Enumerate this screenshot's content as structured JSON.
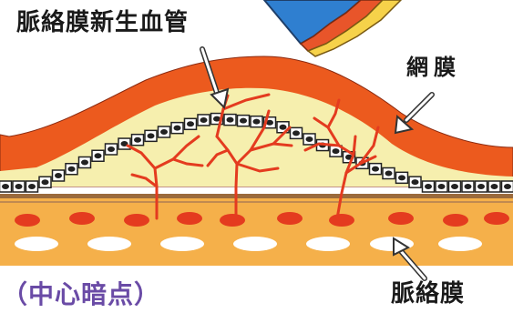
{
  "labels": {
    "cnv": "脈絡膜新生血管",
    "retina": "網膜",
    "choroid": "脈絡膜",
    "scotoma": "（中心暗点）"
  },
  "colors": {
    "retina_outer": "#ec5a1e",
    "retina_inner": "#f6efae",
    "choroid": "#f5b04a",
    "vessel": "#e43b1f",
    "bruch": "#9a6a3c",
    "scotoma_text": "#6a4ba6"
  }
}
